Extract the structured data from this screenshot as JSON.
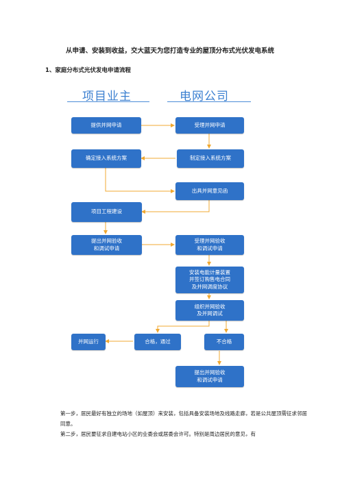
{
  "document": {
    "title": "从申请、安装到收益，交大蓝天为您打造专业的屋顶分布式光伏发电系统",
    "section_heading": "1、家庭分布式光伏发电申请流程"
  },
  "flowchart": {
    "owner_header": "项目业主",
    "grid_header": "电网公司",
    "steps": {
      "submit_application": "提供并网申请",
      "accept_application": "受理并网申请",
      "confirm_plan_owner": "确定接入系统方案",
      "formulate_plan": "制定接入系统方案",
      "issue_opinion": "出具并网意见函",
      "construction": "项目工程建设",
      "submit_acceptance": "提出并网验收\n和调试申请",
      "accept_acceptance": "受理并网验收\n和调试申请",
      "install_meter": "安装电能计量装置\n并签订购售电合同\n及并网调度协议",
      "organize_acceptance": "组织并网验收\n及并网调试",
      "grid_operation": "并网运行",
      "qualified": "合格，通过",
      "unqualified": "不合格",
      "resubmit": "提出并网验收\n和调试申请"
    }
  },
  "body": {
    "paragraph1": "第一步，居民最好有独立的场地（如屋顶）来安装，包括具备安装场地及线路走廊，若是公共屋顶需征求邻居同意。",
    "paragraph2": "第二步，居民要征求自建电站小区的业委会或居委会许可。特别是周边居民的意见，有"
  },
  "colors": {
    "box_fill": "#2f72c8",
    "header_text": "#3a7fd0",
    "arrow": "#f0a830"
  }
}
